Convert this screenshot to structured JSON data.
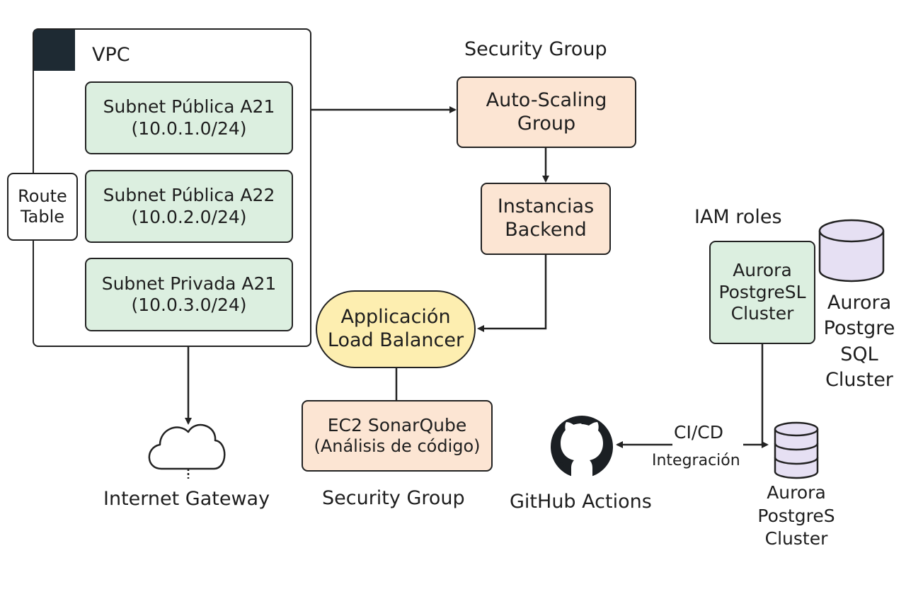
{
  "vpc": {
    "title": "VPC",
    "subnets": [
      {
        "name": "Subnet Pública A21",
        "cidr": "(10.0.1.0/24)"
      },
      {
        "name": "Subnet Pública A22",
        "cidr": "(10.0.2.0/24)"
      },
      {
        "name": "Subnet Privada A21",
        "cidr": "(10.0.3.0/24)"
      }
    ],
    "route_table": {
      "line1": "Route",
      "line2": "Table"
    }
  },
  "internet_gateway": {
    "label": "Internet Gateway",
    "icon": "cloud-icon"
  },
  "security_group_top": "Security Group",
  "auto_scaling": {
    "line1": "Auto-Scaling",
    "line2": "Group"
  },
  "instances": {
    "line1": "Instancias",
    "line2": "Backend"
  },
  "load_balancer": {
    "line1": "Applicación",
    "line2": "Load Balancer"
  },
  "sonarqube": {
    "line1": "EC2 SonarQube",
    "line2": "(Análisis de código)"
  },
  "security_group_bottom": "Security Group",
  "iam_roles": "IAM roles",
  "aurora_box": {
    "line1": "Aurora",
    "line2": "PostgreSL",
    "line3": "Cluster"
  },
  "aurora_db_top": {
    "line1": "Aurora",
    "line2": "Postgre",
    "line3": "SQL",
    "line4": "Cluster",
    "icon": "database-icon"
  },
  "aurora_db_bottom": {
    "line1": "Aurora",
    "line2": "PostgreS",
    "line3": "Cluster",
    "icon": "database-stack-icon"
  },
  "github": {
    "label": "GitHub Actions",
    "icon": "github-icon"
  },
  "cicd": {
    "line1": "CI/CD",
    "line2": "Integración"
  },
  "colors": {
    "green_fill": "#dcefe0",
    "peach_fill": "#fce5d3",
    "yellow_fill": "#fdeeb0",
    "db_fill": "#e6e0f3",
    "stroke": "#222222"
  }
}
